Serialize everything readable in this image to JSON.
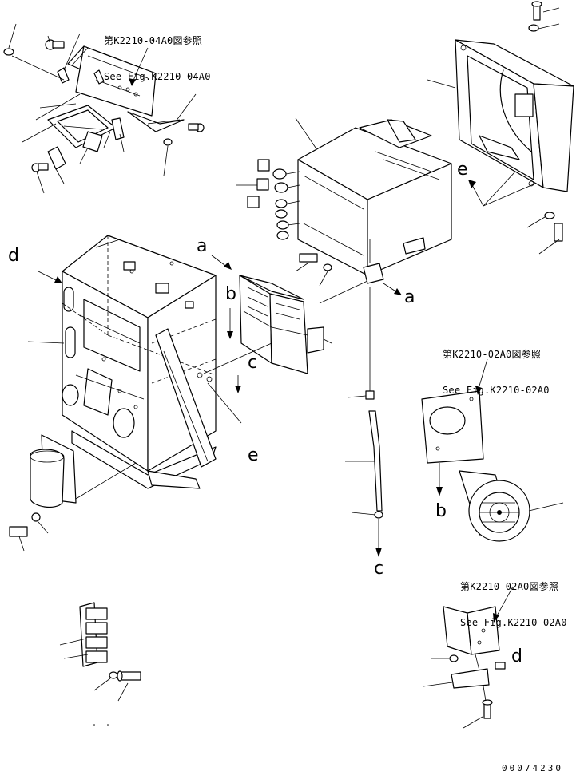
{
  "references": [
    {
      "id": "ref-k2210-04a0",
      "jp": "第K2210-04A0図参照",
      "en": "See Fig.K2210-04A0"
    },
    {
      "id": "ref-k2210-02a0-fan",
      "jp": "第K2210-02A0図参照",
      "en": "See Fig.K2210-02A0"
    },
    {
      "id": "ref-k2210-02a0-bracket",
      "jp": "第K2210-02A0図参照",
      "en": "See Fig.K2210-02A0"
    }
  ],
  "callouts": {
    "d_left": "d",
    "a_top": "a",
    "b_mid": "b",
    "c_mid": "c",
    "e_lower": "e",
    "a_right": "a",
    "e_box": "e",
    "b_fan": "b",
    "c_hose": "c",
    "d_bracket": "d"
  },
  "document_number": "00074230"
}
